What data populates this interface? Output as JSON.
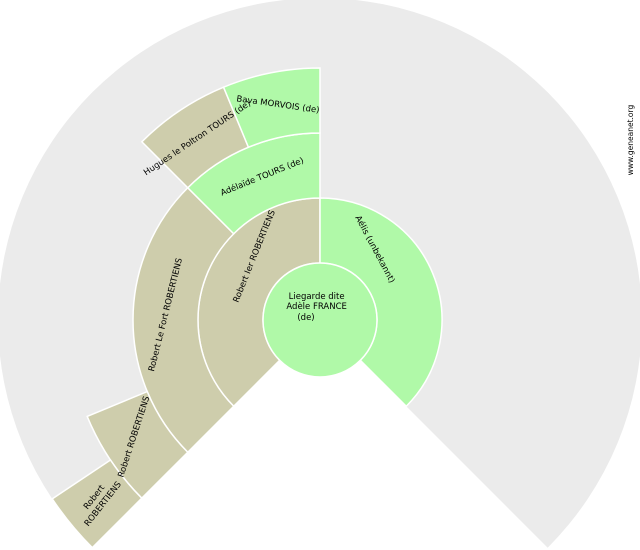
{
  "colors": {
    "background_fan": "#ebebeb",
    "male": "#cecdac",
    "female": "#b0f9a8",
    "center": "#b0f9a8",
    "divider": "#ffffff"
  },
  "center_person": {
    "lines": [
      "Liegarde dite",
      "Adèle FRANCE",
      "(de)"
    ]
  },
  "segments": [
    {
      "id": "father",
      "label": "Robert Ier ROBERTIENS",
      "sex": "male"
    },
    {
      "id": "mother",
      "label": "Aélis (unbekannt)",
      "sex": "female"
    },
    {
      "id": "paternal-grandfather",
      "label": "Robert Le Fort ROBERTIENS",
      "sex": "male"
    },
    {
      "id": "paternal-grandmother",
      "label": "Adélaïde TOURS (de)",
      "sex": "female"
    },
    {
      "id": "gg-father",
      "label": "Robert ROBERTIENS",
      "sex": "male"
    },
    {
      "id": "gg-maternal-father",
      "label": "Hugues le Poltron TOURS (de)",
      "sex": "male"
    },
    {
      "id": "gg-maternal-mother",
      "label": "Bava MORVOIS (de)",
      "sex": "female"
    },
    {
      "id": "ggg-father",
      "label": "Robert ROBERTIENS",
      "sex": "male"
    }
  ],
  "watermark": "www.geneanet.org"
}
